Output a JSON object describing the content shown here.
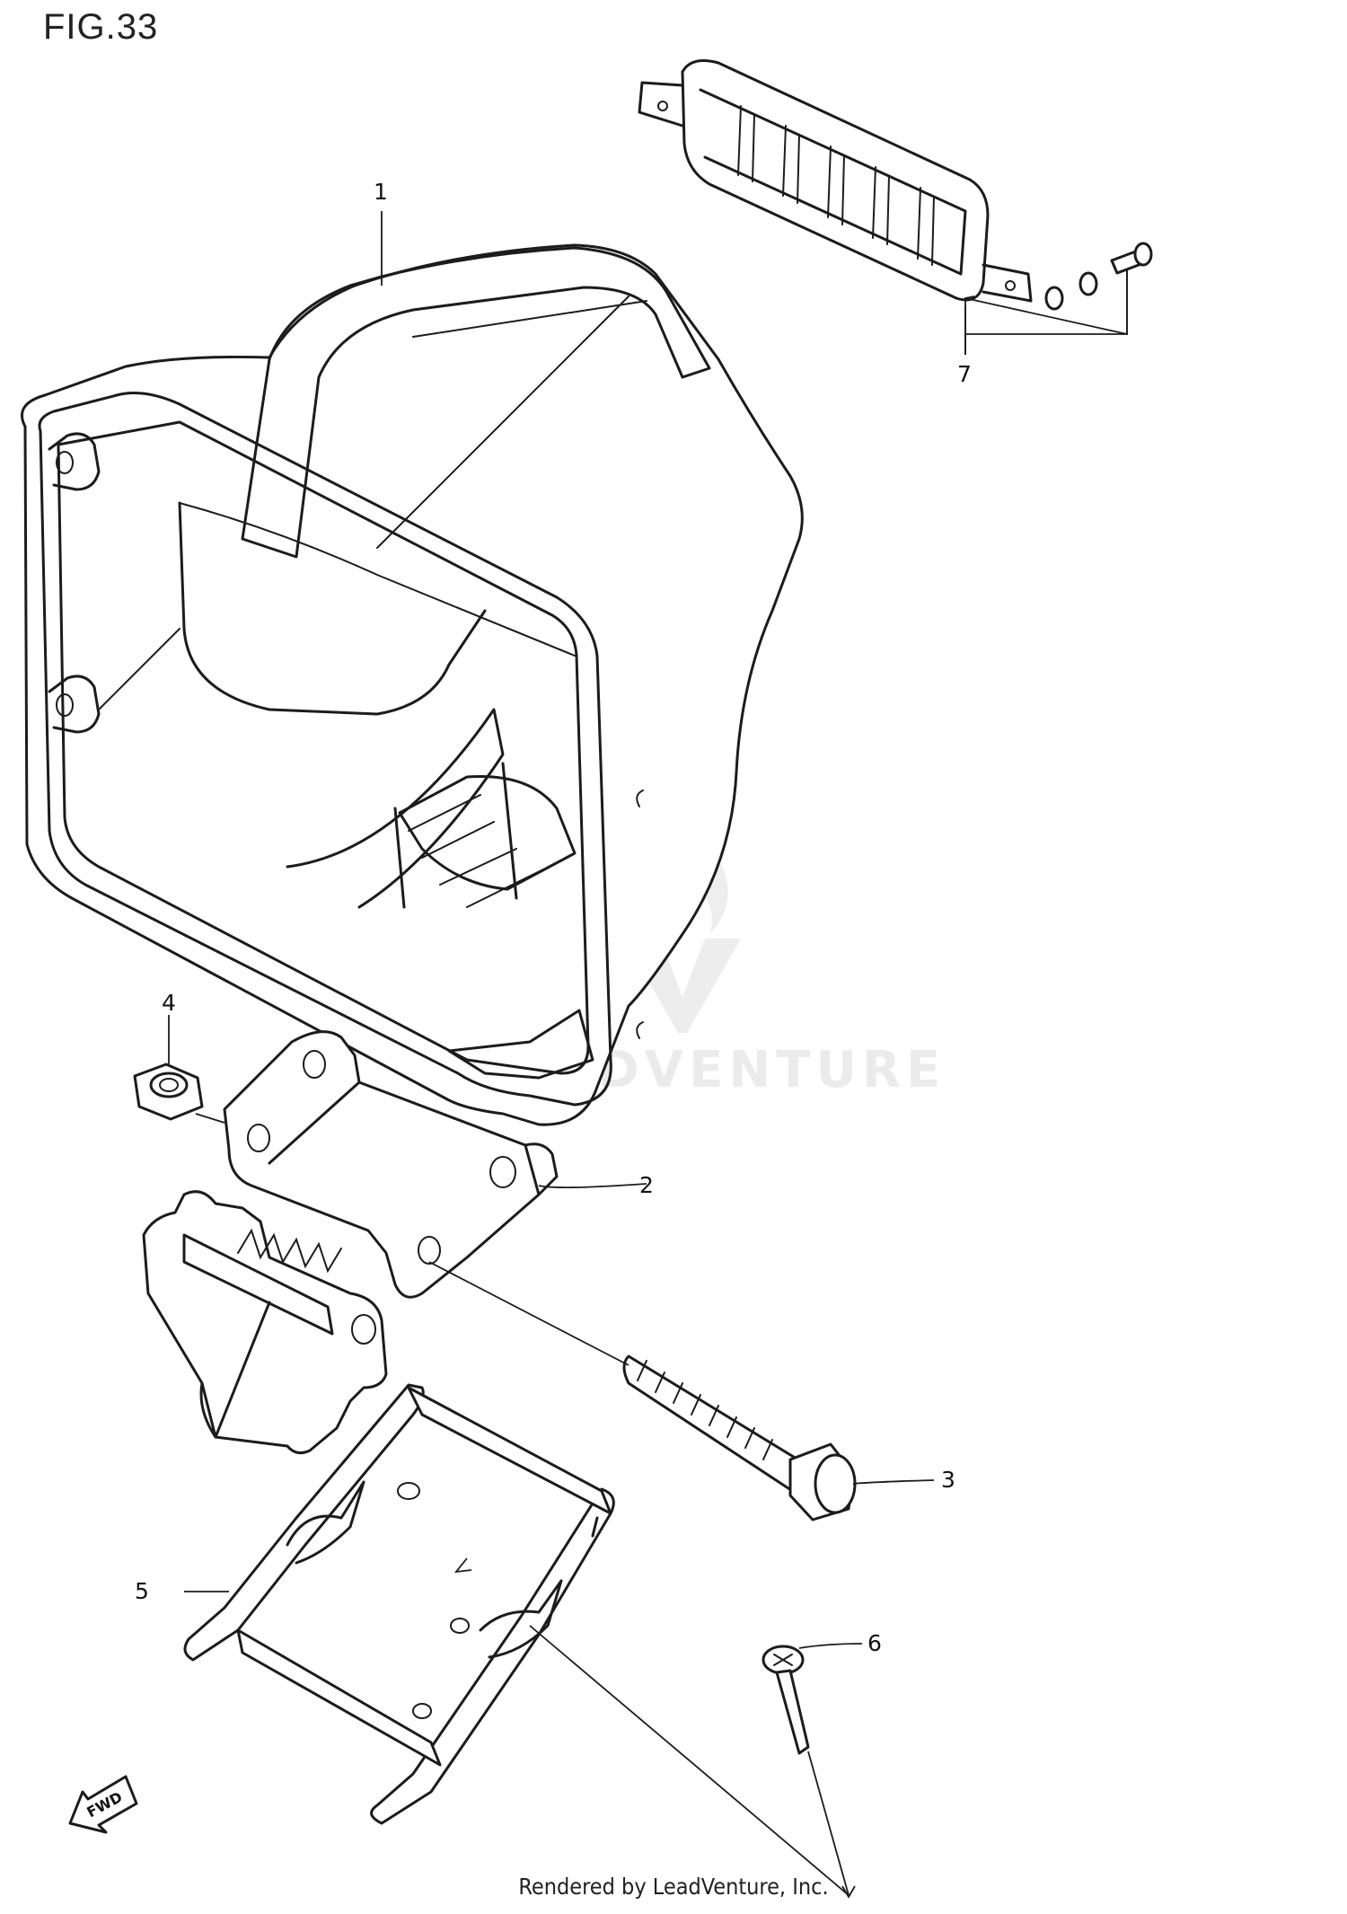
{
  "figure": {
    "title": "FIG.33"
  },
  "callouts": [
    {
      "number": "1"
    },
    {
      "number": "2"
    },
    {
      "number": "3"
    },
    {
      "number": "4"
    },
    {
      "number": "5"
    },
    {
      "number": "6"
    },
    {
      "number": "7"
    }
  ],
  "fwd_arrow": {
    "label": "FWD"
  },
  "watermark": {
    "text": "LEADVENTURE"
  },
  "footer": {
    "text": "Rendered by LeadVenture, Inc."
  }
}
